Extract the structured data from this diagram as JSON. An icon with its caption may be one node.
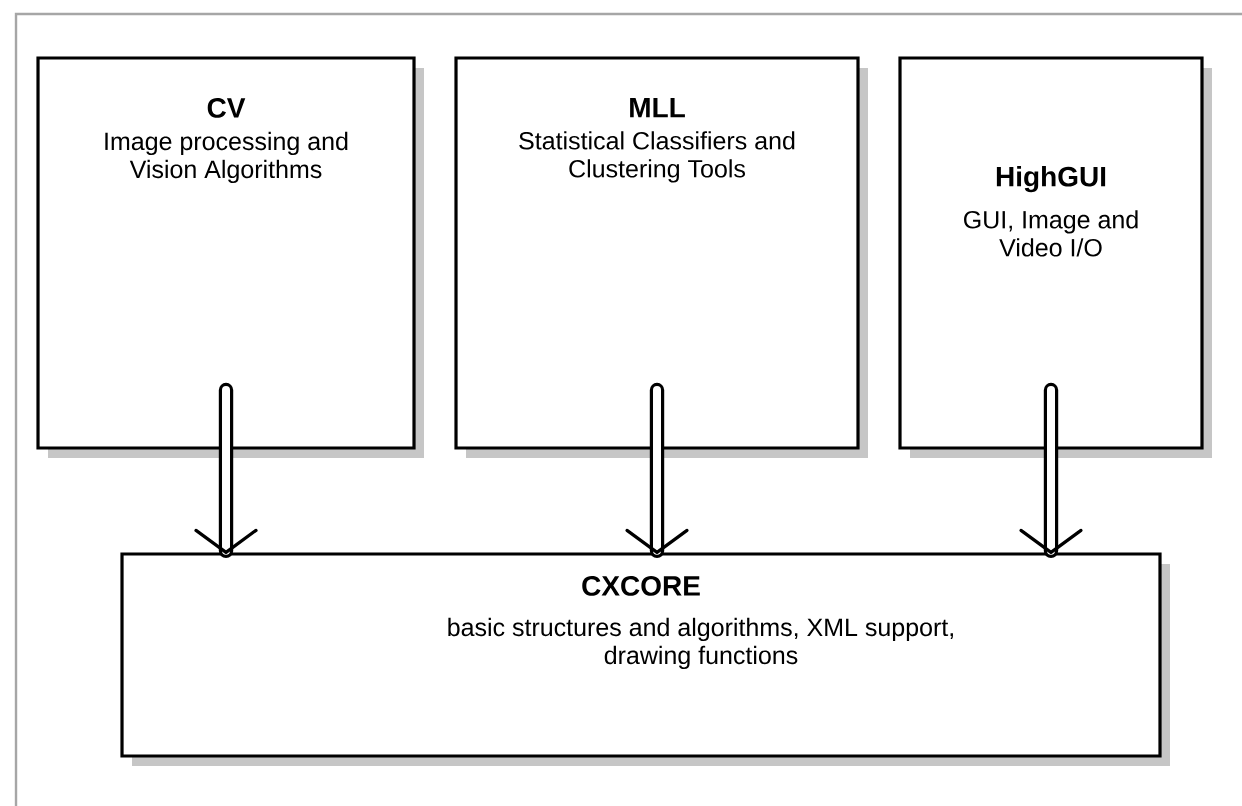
{
  "diagram": {
    "nodes": [
      {
        "text": [
          "CV",
          "Image processing and Vision Algorithms"
        ]
      },
      {
        "text": [
          "MLL",
          "Statistical Classifiers and Clustering Tools"
        ]
      },
      {
        "text": [
          "HighGUI",
          "GUI, Image and Video I/O"
        ]
      },
      {
        "text": [
          "CXCORE",
          "basic structures and algorithms, XML support, drawing functions"
        ]
      }
    ],
    "edges": [
      {
        "from": 0,
        "to": 3,
        "arrow": "to"
      },
      {
        "from": 1,
        "to": 3,
        "arrow": "to"
      },
      {
        "from": 2,
        "to": 3,
        "arrow": "to"
      }
    ]
  }
}
